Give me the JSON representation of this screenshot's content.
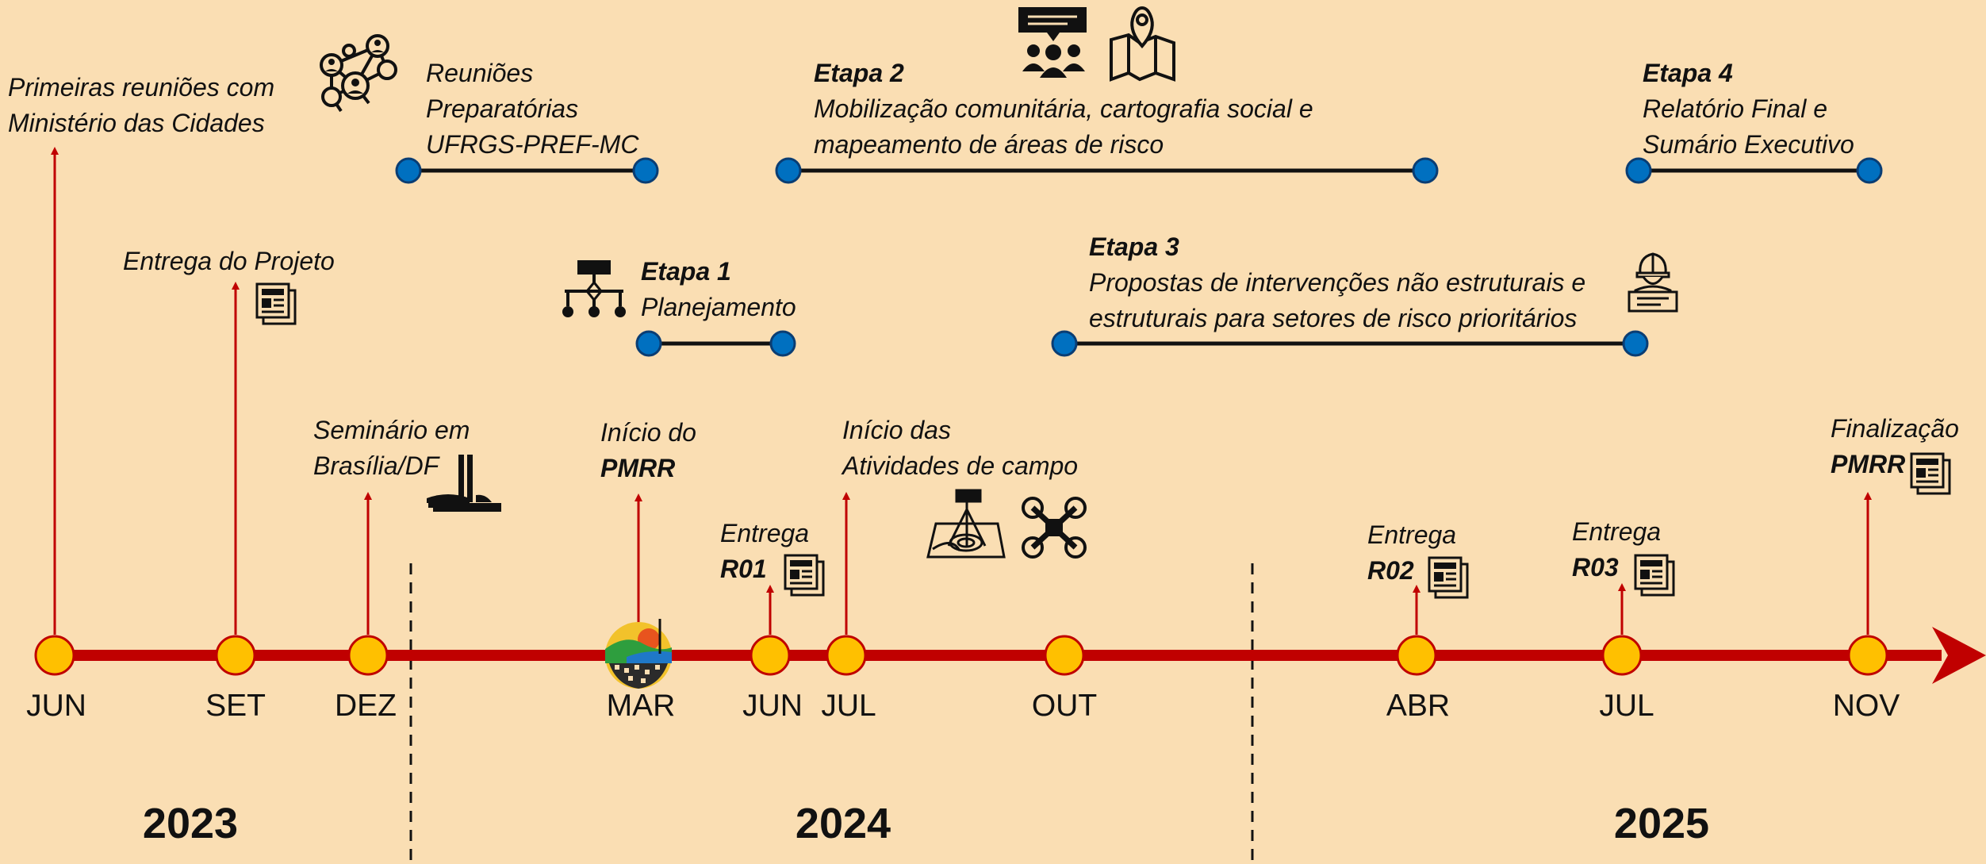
{
  "colors": {
    "background": "#FADEB3",
    "timeline": "#C00000",
    "month_dot": "#FFC000",
    "stage_dot": "#0070C0",
    "icons": "#111111"
  },
  "months": [
    {
      "label": "JUN"
    },
    {
      "label": "SET"
    },
    {
      "label": "DEZ"
    },
    {
      "label": "MAR"
    },
    {
      "label": "JUN"
    },
    {
      "label": "JUL"
    },
    {
      "label": "OUT"
    },
    {
      "label": "ABR"
    },
    {
      "label": "JUL"
    },
    {
      "label": "NOV"
    }
  ],
  "years": [
    "2023",
    "2024",
    "2025"
  ],
  "events": {
    "reunioes_mc": {
      "line1": "Primeiras reuniões com",
      "line2": "Ministério das Cidades"
    },
    "entrega_projeto": {
      "text": "Entrega do Projeto"
    },
    "seminario": {
      "line1": "Seminário em",
      "line2": "Brasília/DF"
    },
    "inicio_pmrr": {
      "line1": "Início do",
      "line2": "PMRR"
    },
    "entrega_r01": {
      "line1": "Entrega",
      "line2": "R01"
    },
    "inicio_campo": {
      "line1": "Início das",
      "line2": "Atividades de campo"
    },
    "entrega_r02": {
      "line1": "Entrega",
      "line2": "R02"
    },
    "entrega_r03": {
      "line1": "Entrega",
      "line2": "R03"
    },
    "finalizacao": {
      "line1": "Finalização",
      "line2": "PMRR"
    }
  },
  "stages": {
    "preparatorias": {
      "line1": "Reuniões",
      "line2": "Preparatórias",
      "line3": "UFRGS-PREF-MC"
    },
    "etapa1": {
      "title": "Etapa 1",
      "desc": "Planejamento"
    },
    "etapa2": {
      "title": "Etapa 2",
      "line1": "Mobilização comunitária, cartografia social e",
      "line2": "mapeamento de áreas de risco"
    },
    "etapa3": {
      "title": "Etapa 3",
      "line1": "Propostas de intervenções não estruturais e",
      "line2": "estruturais para setores de risco prioritários"
    },
    "etapa4": {
      "title": "Etapa 4",
      "line1": "Relatório Final e",
      "line2": "Sumário Executivo"
    }
  },
  "icons": [
    "network-people-icon",
    "document-icon",
    "congress-building-icon",
    "city-logo-icon",
    "org-chart-icon",
    "community-chat-icon",
    "map-pin-icon",
    "surveyor-map-icon",
    "drone-icon",
    "engineer-icon"
  ]
}
